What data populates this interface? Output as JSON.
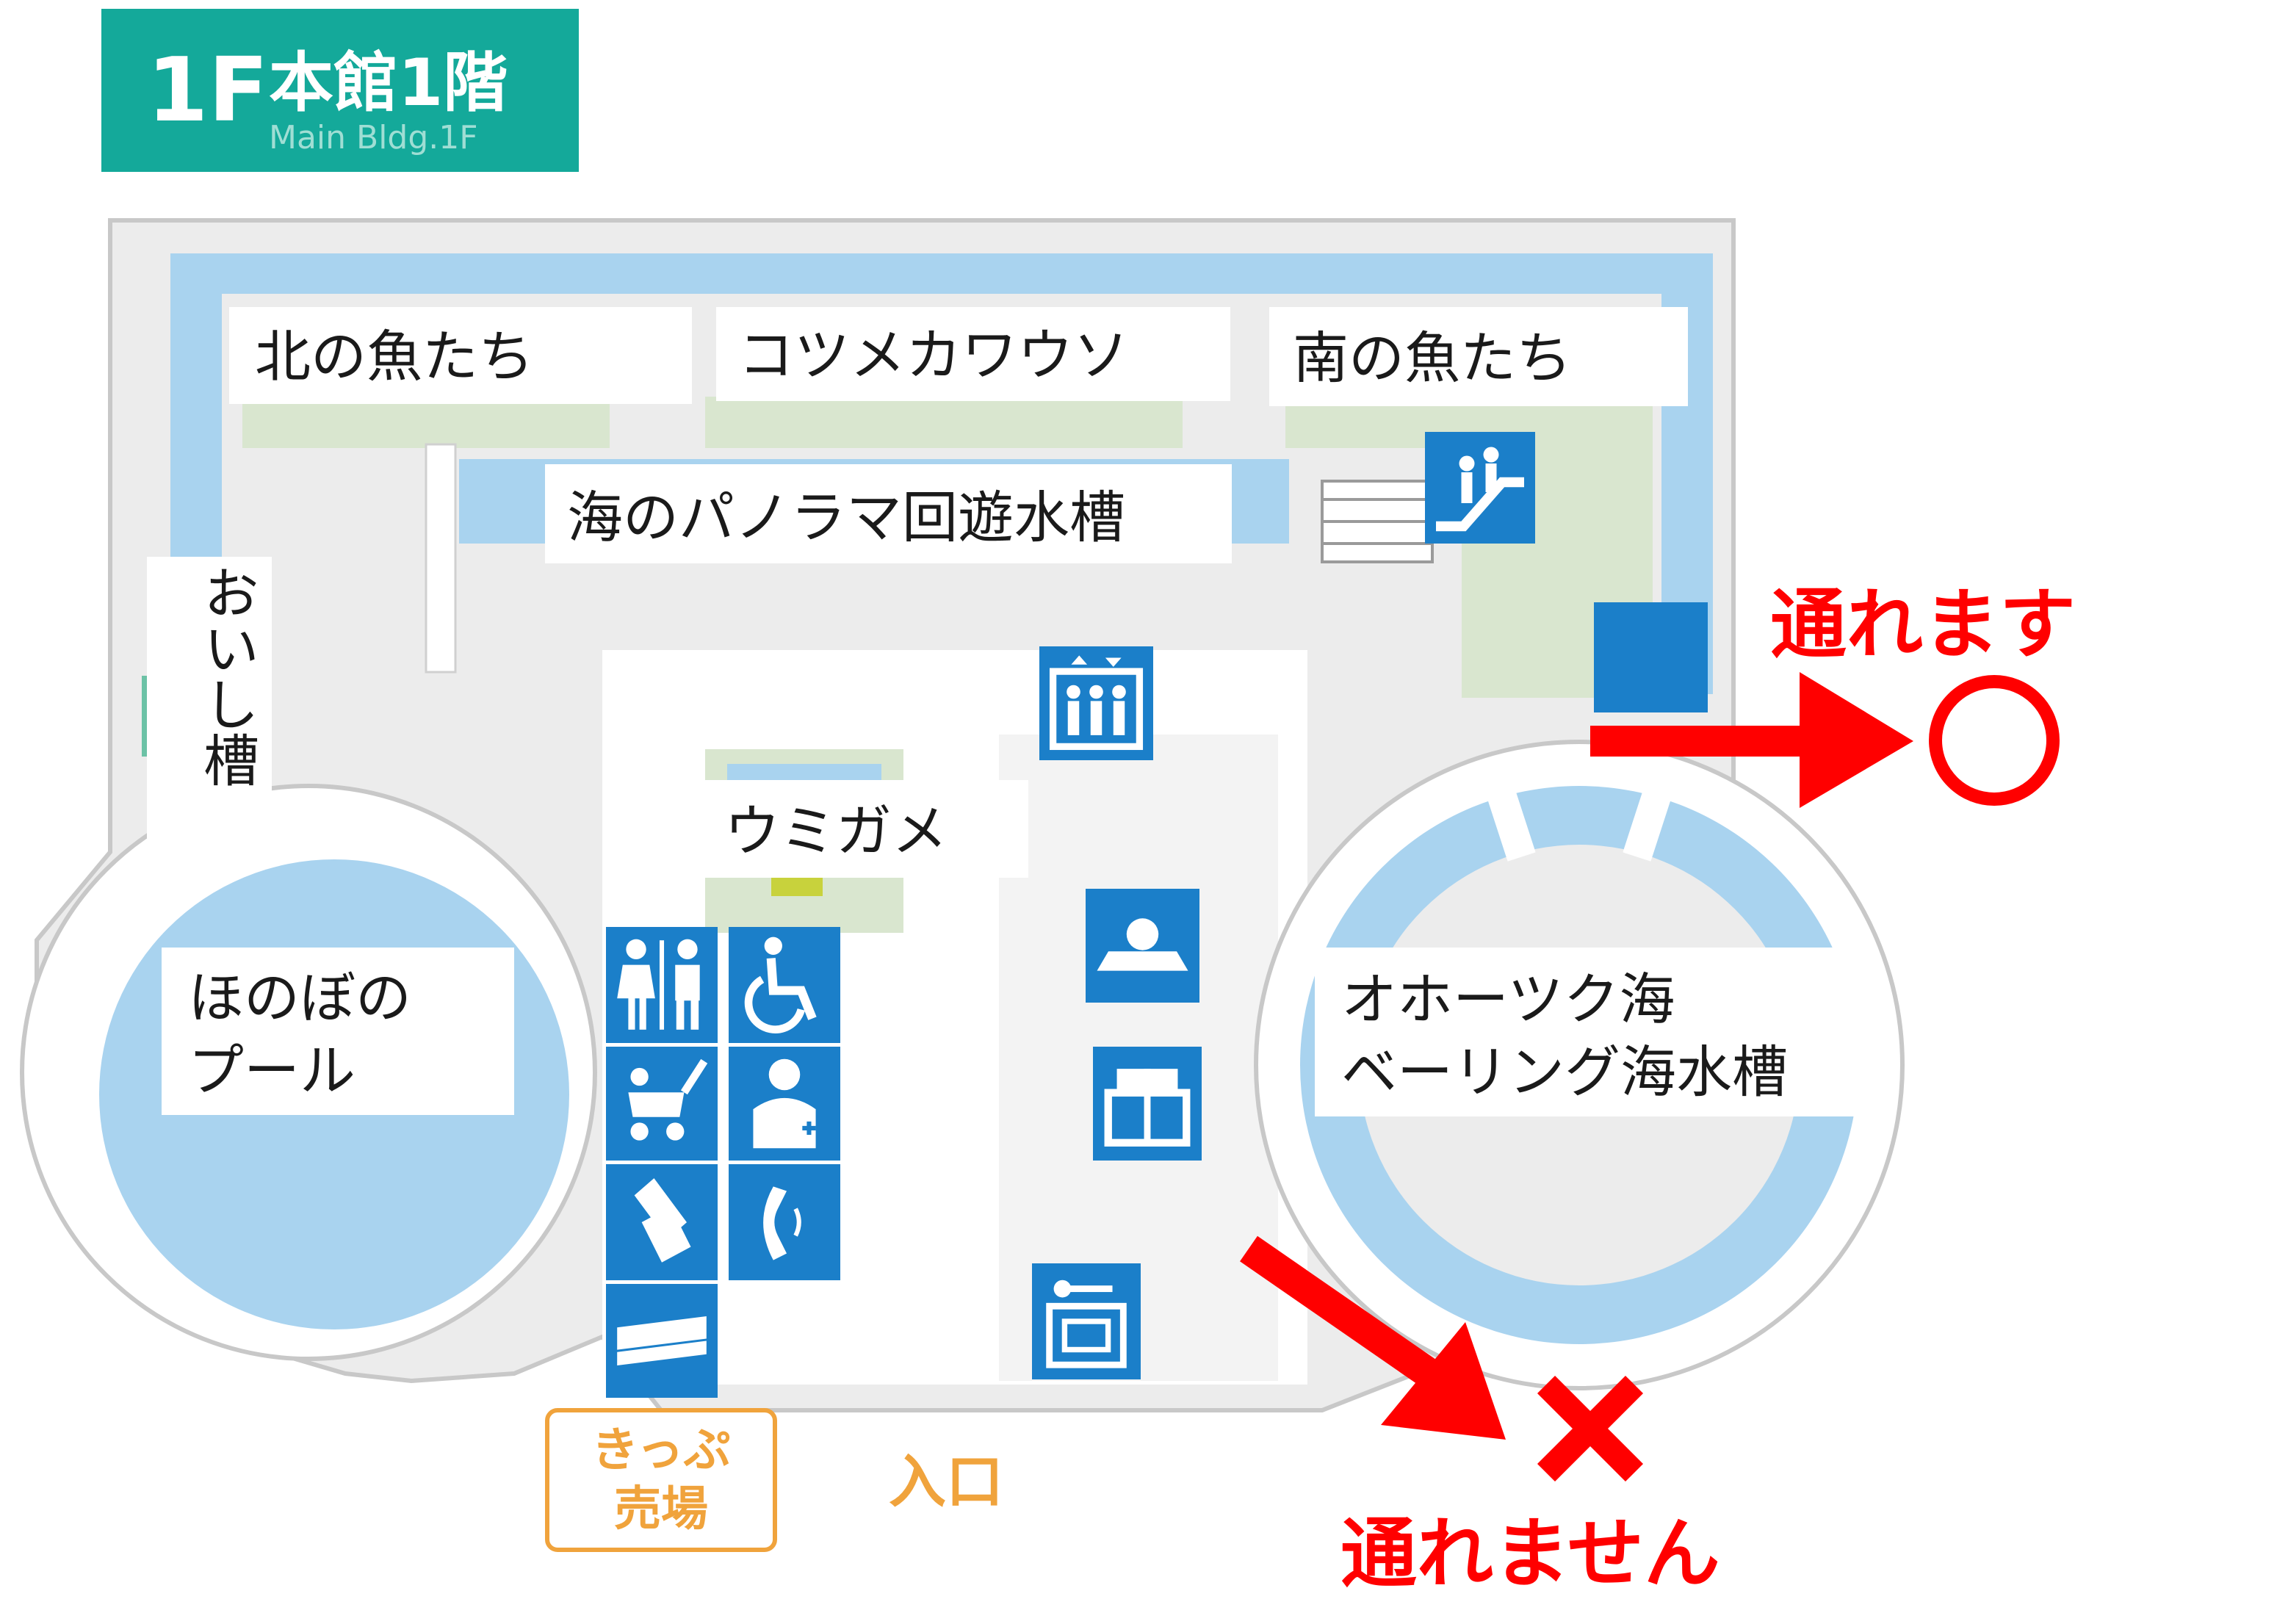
{
  "header": {
    "floor": "1F",
    "title_jp": "本館1階",
    "title_en": "Main Bldg.1F"
  },
  "areas": {
    "north_fish": "北の魚たち",
    "otter": "コツメカワウソ",
    "south_fish": "南の魚たち",
    "panorama": "海のパノラマ回遊水槽",
    "oishi": "おいし槽",
    "turtle": "ウミガメ",
    "honobono": [
      "ほのぼの",
      "プール"
    ],
    "okhotsk": [
      "オホーツク海",
      "ベーリング海水槽"
    ]
  },
  "facilities": {
    "ticket": [
      "きっぷ",
      "売場"
    ],
    "entrance": "入口"
  },
  "annotations": {
    "passable_text": "通れます",
    "passable_mark": "○",
    "impassable_text": "通れません",
    "impassable_mark": "×"
  },
  "icons": [
    "escalator-icon",
    "elevator-icon",
    "restroom-icon",
    "wheelchair-icon",
    "stroller-icon",
    "first-aid-icon",
    "milk-icon",
    "telephone-icon",
    "bench-icon",
    "info-icon",
    "gift-shop-icon",
    "locker-icon"
  ],
  "colors": {
    "badge": "#14a99a",
    "water": "#a9d3ef",
    "floor": "#ececec",
    "exhibit": "#d9e6cf",
    "icon_blue": "#1b7fc9",
    "ticket_orange": "#f0a33c",
    "annotation_red": "#ff0000"
  }
}
